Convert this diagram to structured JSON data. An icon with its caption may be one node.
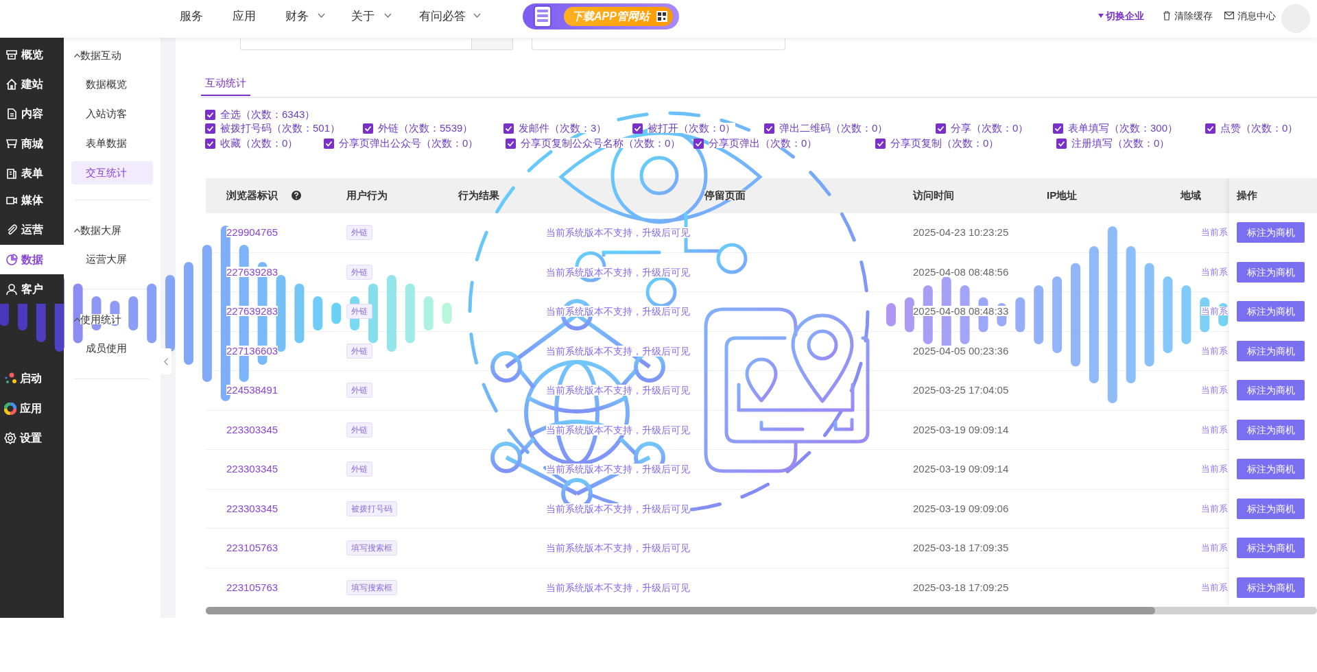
{
  "diagram": {
    "labels": [
      "服务",
      "应用",
      "财务",
      "关于",
      "有问必答",
      "下载APP管网站",
      "切换企业",
      "清除缓存",
      "消息中心",
      "概览",
      "建站",
      "内容",
      "商城",
      "表单",
      "媒体",
      "运营",
      "数据",
      "客户",
      "启动",
      "应用",
      "设置",
      "数据互动",
      "数据概览",
      "入站访客",
      "表单数据",
      "交互统计",
      "数据大屏",
      "运营大屏",
      "使用统计",
      "成员使用",
      "互动统计",
      "全选（次数：6343）",
      "被拨打号码（次数：501）",
      "外链（次数：5539）",
      "发邮件（次数：3）",
      "被打开（次数：0）",
      "弹出二维码（次数：0）",
      "分享（次数：0）",
      "表单填写（次数：300）",
      "点赞（次数：0）",
      "收藏（次数：0）",
      "分享页弹出公众号（次数：0）",
      "分享页复制公众号名称（次数：0）",
      "分享页弹出（次数：0）",
      "分享页复制（次数：0）",
      "注册填写（次数：0）",
      "浏览器标识",
      "用户行为",
      "行为结果",
      "停留页面",
      "访问时间",
      "IP地址",
      "地域",
      "操作",
      "229904765",
      "外链",
      "当前系统版本不支持，升级后可见",
      "2025-04-23 10:23:25",
      "当前系",
      "标注为商机",
      "227639283",
      "外链",
      "当前系统版本不支持，升级后可见",
      "2025-04-08 08:48:56",
      "当前系",
      "标注为商机",
      "227639283",
      "外链",
      "当前系统版本不支持，升级后可见",
      "2025-04-08 08:48:33",
      "当前系",
      "标注为商机",
      "227136603",
      "外链",
      "当前系统版本不支持，升级后可见",
      "2025-04-05 00:23:36",
      "当前系",
      "标注为商机",
      "224538491",
      "外链",
      "当前系统版本不支持，升级后可见",
      "2025-03-25 17:04:05",
      "当前系",
      "标注为商机",
      "223303345",
      "外链",
      "当前系统版本不支持，升级后可见",
      "2025-03-19 09:09:14",
      "当前系",
      "标注为商机",
      "223303345",
      "外链",
      "当前系统版本不支持，升级后可见",
      "2025-03-19 09:09:14",
      "当前系",
      "标注为商机",
      "223303345",
      "被拨打号码",
      "当前系统版本不支持，升级后可见",
      "2025-03-19 09:09:06",
      "当前系",
      "标注为商机",
      "223105763",
      "填写搜索框",
      "当前系统版本不支持，升级后可见",
      "2025-03-18 17:09:35",
      "当前系",
      "标注为商机",
      "223105763",
      "填写搜索框",
      "当前系统版本不支持，升级后可见",
      "2025-03-18 17:09:25",
      "当前系",
      "标注为商机"
    ]
  }
}
